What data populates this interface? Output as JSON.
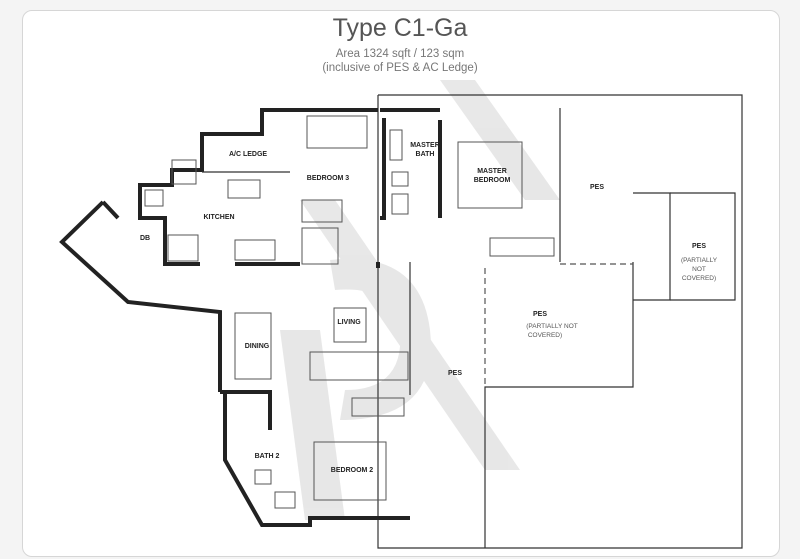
{
  "header": {
    "title": "Type C1-Ga",
    "area": "Area 1324 sqft / 123 sqm",
    "note": "(inclusive of PES & AC Ledge)"
  },
  "rooms": {
    "ac_ledge": "A/C LEDGE",
    "bedroom3": "BEDROOM 3",
    "master_bath_1": "MASTER",
    "master_bath_2": "BATH",
    "master_bedroom_1": "MASTER",
    "master_bedroom_2": "BEDROOM",
    "kitchen": "KITCHEN",
    "db": "DB",
    "living": "LIVING",
    "dining": "DINING",
    "bath2": "BATH 2",
    "bedroom2": "BEDROOM 2",
    "pes_top": "PES",
    "pes_right": "PES",
    "pes_right_note_1": "(PARTIALLY",
    "pes_right_note_2": "NOT",
    "pes_right_note_3": "COVERED)",
    "pes_center": "PES",
    "pes_center_note_1": "(PARTIALLY NOT",
    "pes_center_note_2": "COVERED)",
    "pes_bottom": "PES"
  },
  "watermark": "SRI",
  "colors": {
    "wall": "#222222",
    "watermark": "#cccccc"
  }
}
